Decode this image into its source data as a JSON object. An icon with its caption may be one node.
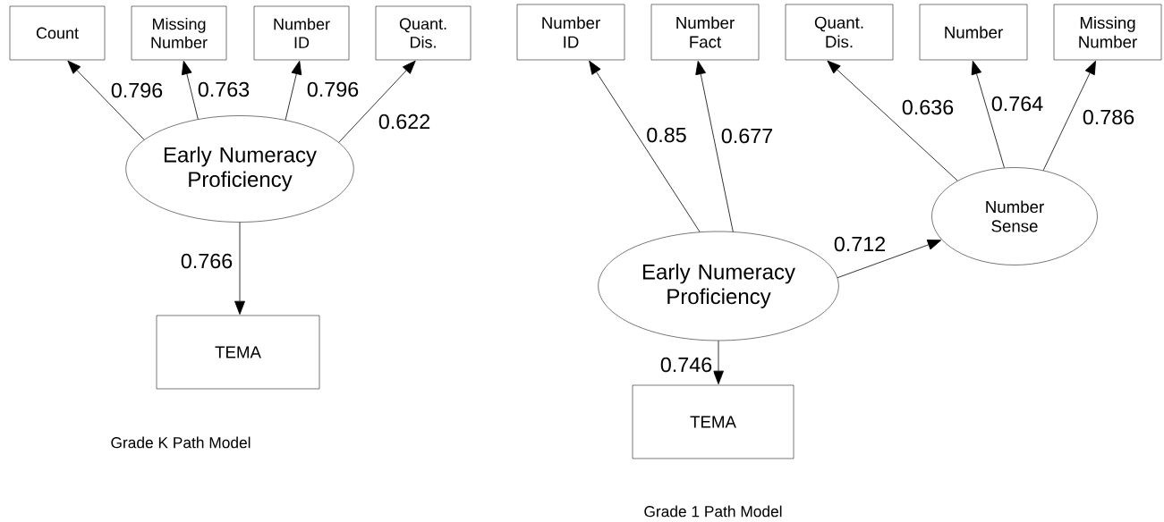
{
  "diagram": {
    "nodes": [
      {
        "text": [
          "Count"
        ]
      },
      {
        "text": [
          "Missing Number"
        ]
      },
      {
        "text": [
          "Number ID"
        ]
      },
      {
        "text": [
          "Quant. Dis."
        ]
      },
      {
        "text": [
          "Early Numeracy Proficiency"
        ]
      },
      {
        "text": [
          "TEMA"
        ]
      },
      {
        "text": [
          "Number ID"
        ]
      },
      {
        "text": [
          "Number Fact"
        ]
      },
      {
        "text": [
          "Quant. Dis."
        ]
      },
      {
        "text": [
          "Number"
        ]
      },
      {
        "text": [
          "Missing Number"
        ]
      },
      {
        "text": [
          "Early Numeracy Proficiency"
        ]
      },
      {
        "text": [
          "Number Sense"
        ]
      },
      {
        "text": [
          "TEMA"
        ]
      }
    ],
    "edges": [
      {
        "from": 4,
        "to": 0,
        "arrow": "to",
        "label": "0.796"
      },
      {
        "from": 4,
        "to": 1,
        "arrow": "to",
        "label": "0.763"
      },
      {
        "from": 4,
        "to": 2,
        "arrow": "to",
        "label": "0.796"
      },
      {
        "from": 4,
        "to": 3,
        "arrow": "to",
        "label": "0.622"
      },
      {
        "from": 4,
        "to": 5,
        "arrow": "to",
        "label": "0.766"
      },
      {
        "from": 11,
        "to": 6,
        "arrow": "to",
        "label": "0.85"
      },
      {
        "from": 11,
        "to": 7,
        "arrow": "to",
        "label": "0.677"
      },
      {
        "from": 11,
        "to": 12,
        "arrow": "to",
        "label": "0.712"
      },
      {
        "from": 12,
        "to": 8,
        "arrow": "to",
        "label": "0.636"
      },
      {
        "from": 12,
        "to": 9,
        "arrow": "to",
        "label": "0.764"
      },
      {
        "from": 12,
        "to": 10,
        "arrow": "to",
        "label": "0.786"
      },
      {
        "from": 11,
        "to": 13,
        "arrow": "to",
        "label": "0.746"
      }
    ],
    "labels": [
      "Grade K Path Model",
      "Grade 1 Path Model"
    ]
  }
}
